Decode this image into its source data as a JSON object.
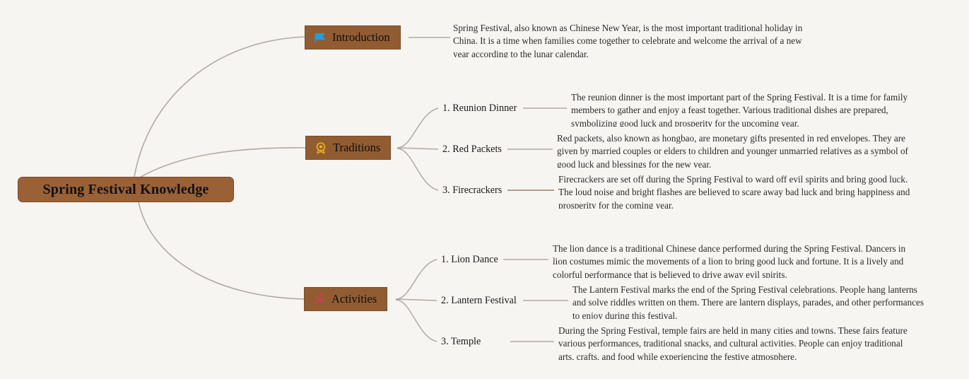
{
  "canvas": {
    "background_color": "#f7f5f2",
    "node_fill_color": "#925c32",
    "node_border_color": "#7a4a27",
    "edge_color": "#b0aaa4",
    "edge_color_accent": "#9d7f68"
  },
  "root": {
    "label": "Spring Festival Knowledge"
  },
  "branches": [
    {
      "id": "introduction",
      "label": "Introduction",
      "icon": "blue-flag-icon",
      "icon_color": "#1f9fe0",
      "description": "Spring Festival, also known as Chinese New Year, is the most important traditional holiday in China. It is a time when families come together to celebrate and welcome the arrival of a new year according to the lunar calendar.",
      "children": []
    },
    {
      "id": "traditions",
      "label": "Traditions",
      "icon": "gold-medal-icon",
      "icon_color": "#e8b020",
      "children": [
        {
          "label": "1. Reunion Dinner",
          "description": "The reunion dinner is the most important part of the Spring Festival. It is a time for family members to gather and enjoy a feast together. Various traditional dishes are prepared, symbolizing good luck and prosperity for the upcoming year."
        },
        {
          "label": "2. Red Packets",
          "description": "Red packets, also known as hongbao, are monetary gifts presented in red envelopes. They are given by married couples or elders to children and younger unmarried relatives as a symbol of good luck and blessings for the new year."
        },
        {
          "label": "3. Firecrackers",
          "description": "Firecrackers are set off during the Spring Festival to ward off evil spirits and bring good luck. The loud noise and bright flashes are believed to scare away bad luck and bring happiness and prosperity for the coming year."
        }
      ]
    },
    {
      "id": "activities",
      "label": "Activities",
      "icon": "firecracker-icon",
      "icon_color": "#d63a5a",
      "children": [
        {
          "label": "1. Lion Dance",
          "description": "The lion dance is a traditional Chinese dance performed during the Spring Festival. Dancers in lion costumes mimic the movements of a lion to bring good luck and fortune. It is a lively and colorful performance that is believed to drive away evil spirits."
        },
        {
          "label": "2. Lantern Festival",
          "description": "The Lantern Festival marks the end of the Spring Festival celebrations. People hang lanterns and solve riddles written on them. There are lantern displays, parades, and other performances to enjoy during this festival."
        },
        {
          "label": "3. Temple",
          "description": "During the Spring Festival, temple fairs are held in many cities and towns. These fairs feature various performances, traditional snacks, and cultural activities. People can enjoy traditional arts, crafts, and food while experiencing the festive atmosphere."
        }
      ]
    }
  ]
}
